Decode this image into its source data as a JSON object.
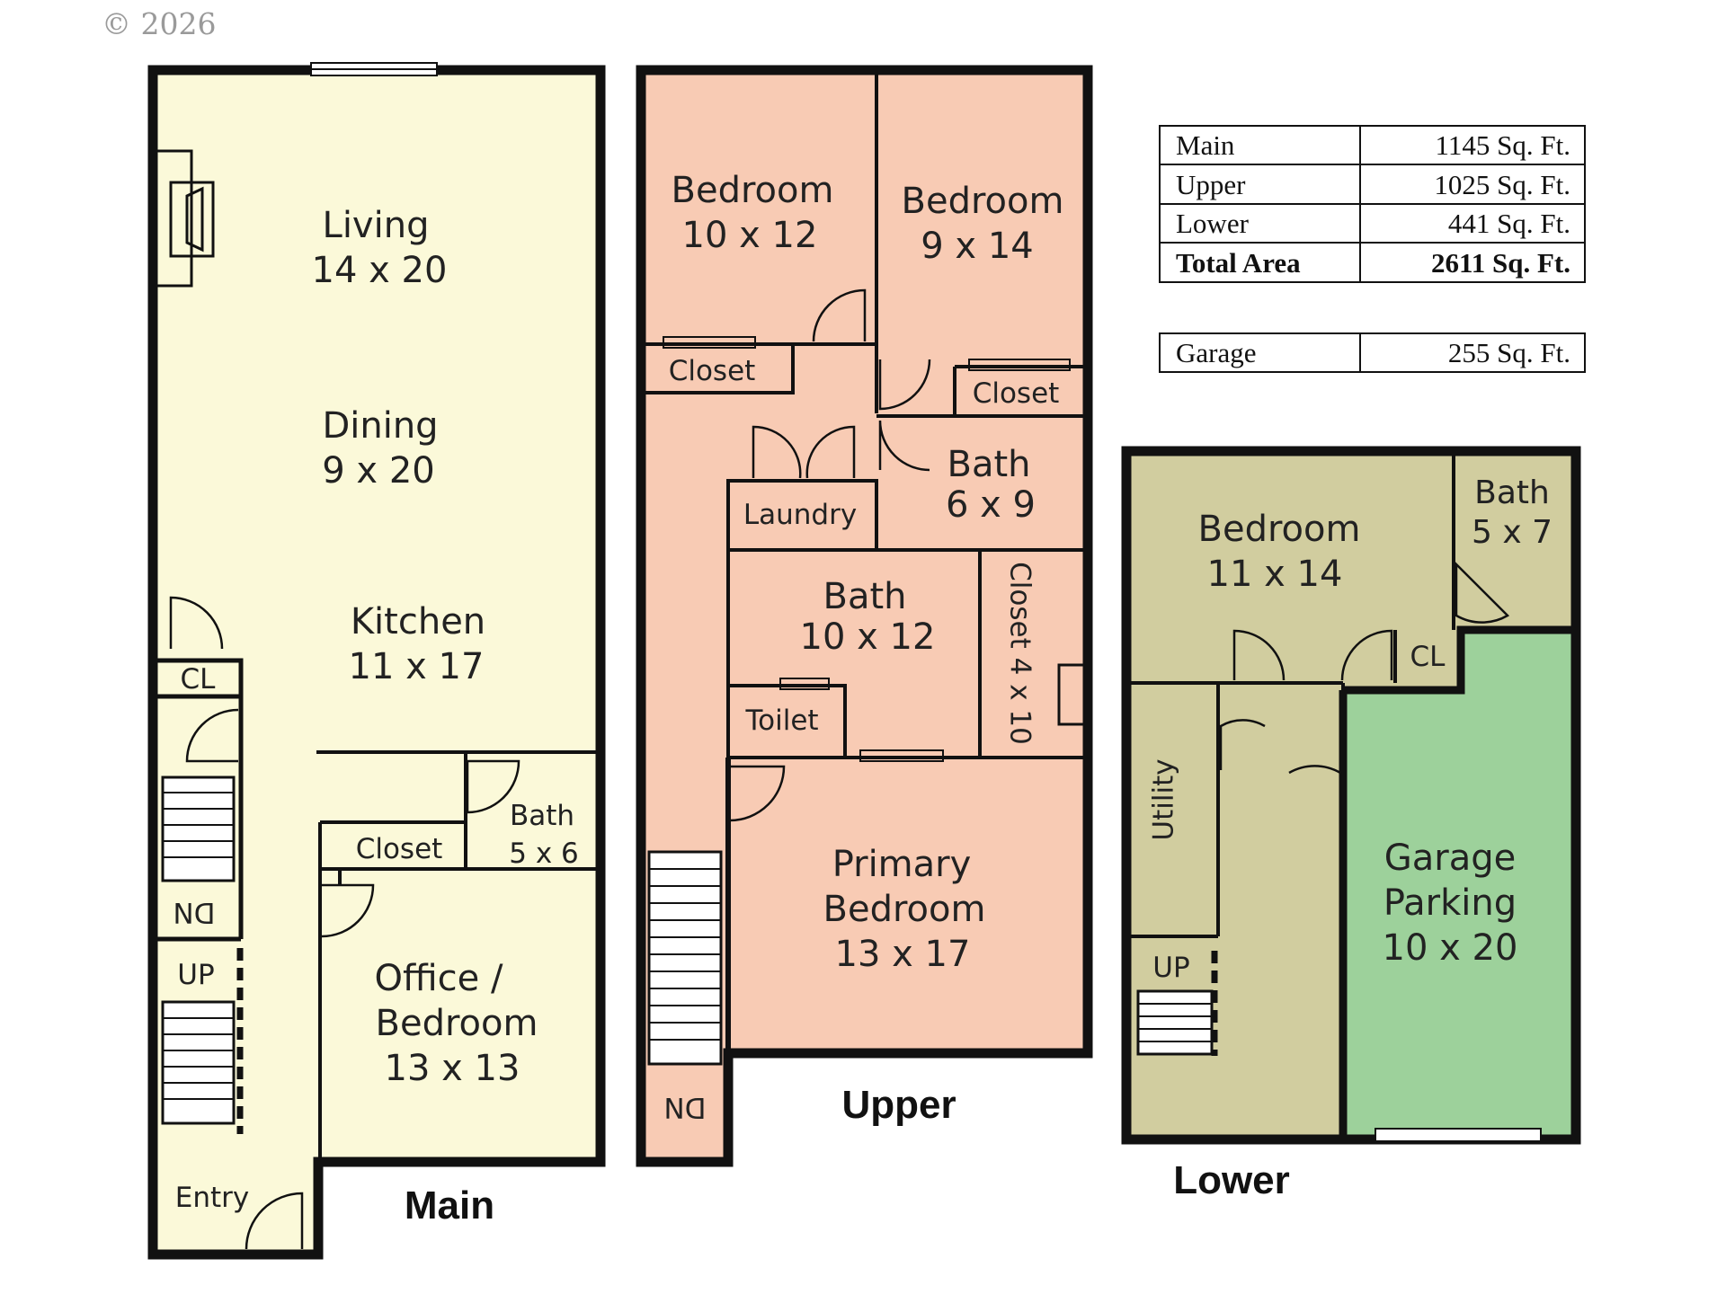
{
  "copyright": "© 2026",
  "floors": {
    "main": {
      "name": "Main",
      "rooms": {
        "living": {
          "name": "Living",
          "size": "14 x 20"
        },
        "dining": {
          "name": "Dining",
          "size": "9 x 20"
        },
        "kitchen": {
          "name": "Kitchen",
          "size": "11 x 17"
        },
        "bath": {
          "name": "Bath",
          "size": "5 x 6"
        },
        "closet": "Closet",
        "office": {
          "line1": "Office /",
          "line2": "Bedroom",
          "size": "13 x 13"
        },
        "cl": "CL",
        "dn": "DN",
        "up": "UP",
        "entry": "Entry"
      }
    },
    "upper": {
      "name": "Upper",
      "rooms": {
        "bedroom1": {
          "name": "Bedroom",
          "size": "10 x 12"
        },
        "bedroom2": {
          "name": "Bedroom",
          "size": "9 x 14"
        },
        "closet1": "Closet",
        "closet2": "Closet",
        "laundry": "Laundry",
        "bath1": {
          "name": "Bath",
          "size": "6 x 9"
        },
        "bath2": {
          "name": "Bath",
          "size": "10 x 12"
        },
        "closet3": "Closet 4 x 10",
        "toilet": "Toilet",
        "primary": {
          "line1": "Primary",
          "line2": "Bedroom",
          "size": "13 x 17"
        },
        "dn": "DN"
      }
    },
    "lower": {
      "name": "Lower",
      "rooms": {
        "bedroom": {
          "name": "Bedroom",
          "size": "11 x 14"
        },
        "bath": {
          "name": "Bath",
          "size": "5 x 7"
        },
        "cl": "CL",
        "utility": "Utility",
        "up": "UP",
        "garage": {
          "line1": "Garage",
          "line2": "Parking",
          "size": "10 x 20"
        }
      }
    }
  },
  "area_table": {
    "rows": [
      {
        "label": "Main",
        "value": "1145 Sq. Ft."
      },
      {
        "label": "Upper",
        "value": "1025 Sq. Ft."
      },
      {
        "label": "Lower",
        "value": "441 Sq. Ft."
      },
      {
        "label": "Total Area",
        "value": "2611 Sq. Ft."
      }
    ],
    "garage": {
      "label": "Garage",
      "value": "255 Sq. Ft."
    }
  },
  "colors": {
    "main_fill": "#fbf9d9",
    "upper_fill": "#f8cbb4",
    "lower_fill": "#d1cd9f",
    "garage_fill": "#9dd19b",
    "wall": "#111111"
  }
}
